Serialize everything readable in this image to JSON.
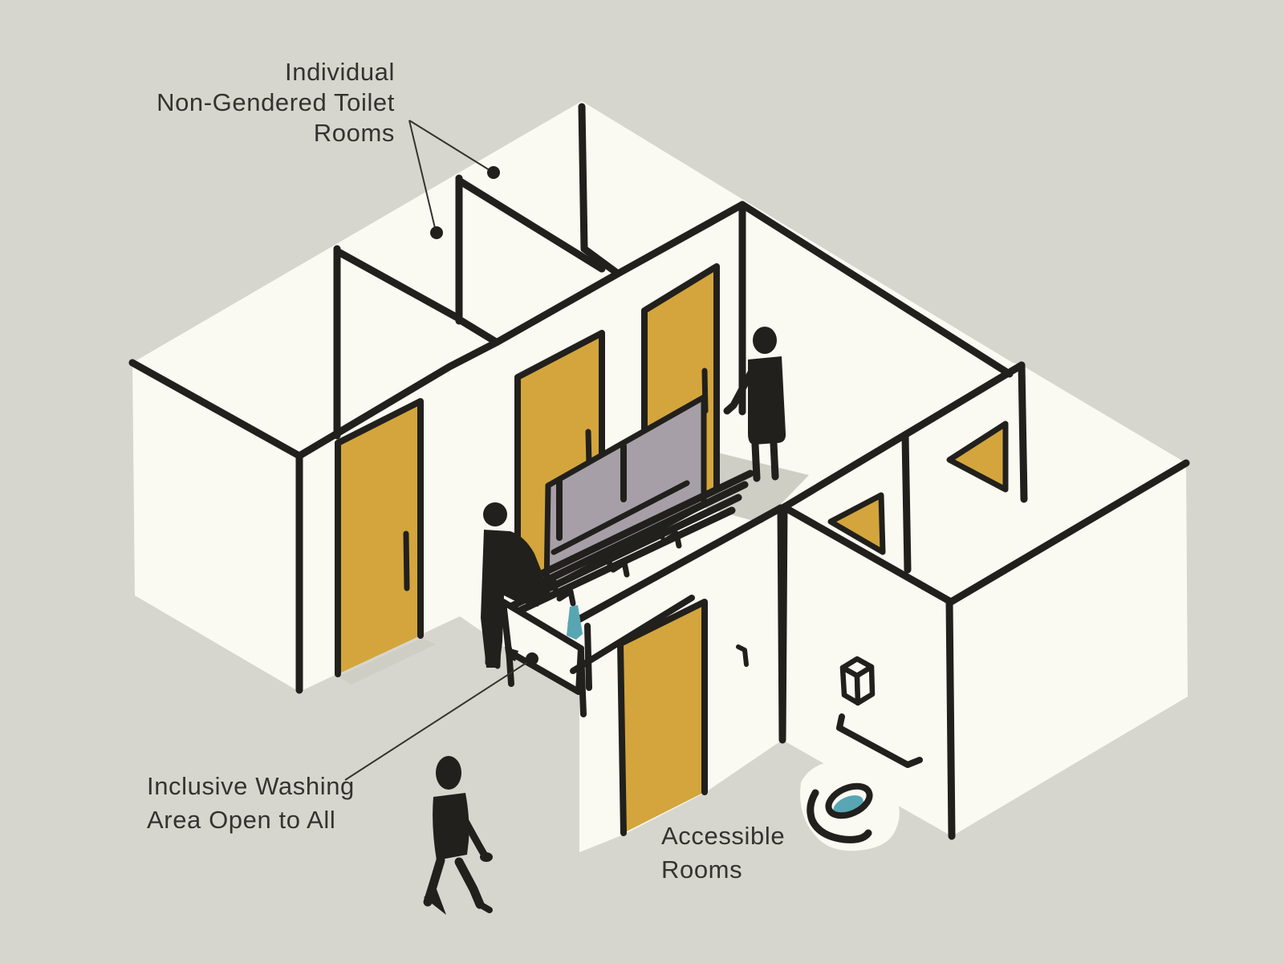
{
  "diagram": {
    "title": "Inclusive restroom isometric concept sketch",
    "labels": {
      "toilet_rooms": {
        "lines": [
          "Individual",
          "Non-Gendered Toilet",
          "Rooms"
        ]
      },
      "washing_area": {
        "lines": [
          "Inclusive Washing",
          "Area Open to All"
        ]
      },
      "accessible_rooms": {
        "lines": [
          "Accessible",
          "Rooms"
        ]
      }
    },
    "features": {
      "individual_toilet_room_doors": 3,
      "accessible_room_doors": 3,
      "people": 3,
      "fixtures": [
        "shared wash trough",
        "mirror",
        "toilet",
        "grab bar",
        "towel dispenser"
      ]
    }
  },
  "colors": {
    "bg": "#d7d6ce",
    "paper": "#faf9f2",
    "ink": "#21201c",
    "door": "#d3a53c",
    "mirror": "#a79fa7",
    "water": "#58a6b4",
    "shadow": "#cfcec5",
    "text": "#333330"
  }
}
